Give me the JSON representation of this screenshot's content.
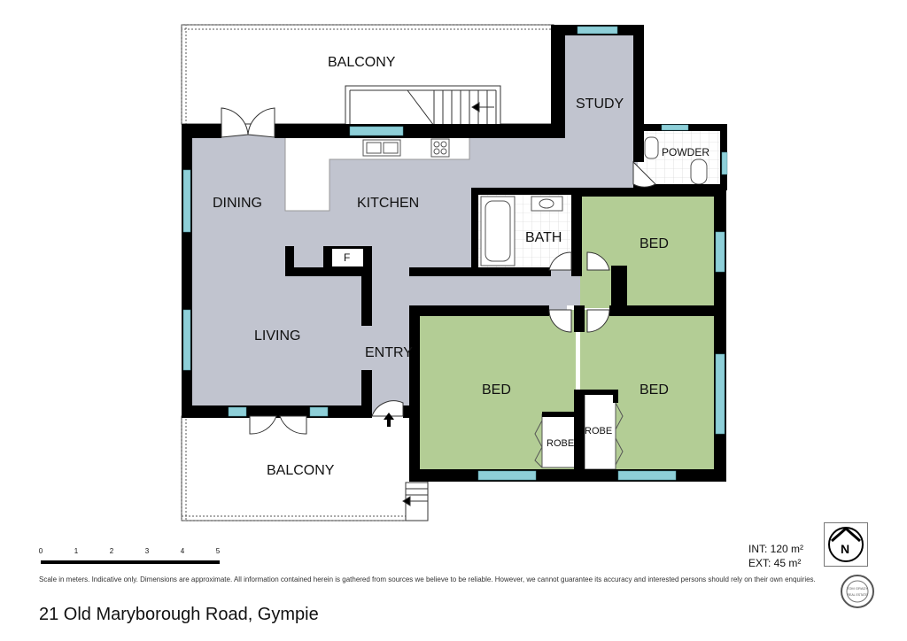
{
  "rooms": {
    "balcony_top": "BALCONY",
    "study": "STUDY",
    "powder": "POWDER",
    "dining": "DINING",
    "kitchen": "KITCHEN",
    "bath": "BATH",
    "bed_1": "BED",
    "fridge": "F",
    "living": "LIVING",
    "entry": "ENTRY",
    "bed_2": "BED",
    "bed_3": "BED",
    "robe_1": "ROBE",
    "robe_2": "ROBE",
    "balcony_bottom": "BALCONY"
  },
  "scale": {
    "ticks": [
      "0",
      "1",
      "2",
      "3",
      "4",
      "5"
    ]
  },
  "areas": {
    "internal": "INT: 120 m²",
    "external": "EXT: 45 m²"
  },
  "compass_letter": "N",
  "disclaimer": "Scale in meters. Indicative only. Dimensions are approximate. All information contained herein is gathered from sources we believe to be reliable. However, we cannot guarantee its accuracy and interested persons should rely on their own enquiries.",
  "address": "21 Old Maryborough Road, Gympie",
  "seal_text": {
    "top": "TOM GRADY",
    "bottom": "REAL ESTATE"
  },
  "colors": {
    "wall": "#000000",
    "common_floor": "#c1c4cf",
    "bedroom_floor": "#b3cd95",
    "window": "#8ecfd8",
    "outdoor": "#ffffff"
  }
}
